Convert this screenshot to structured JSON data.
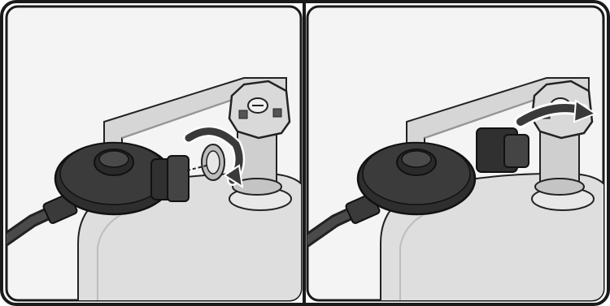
{
  "panels": [
    {
      "id": "left",
      "step": "attach-regulator",
      "arrow": "clockwise-rotation"
    },
    {
      "id": "right",
      "step": "open-valve",
      "arrow": "curved-arrow"
    }
  ],
  "colors": {
    "frame": "#1a1a1a",
    "background": "#f4f4f4",
    "tank": "#dcdcdc",
    "regulator": "#2e2e2e",
    "valve": "#cfcfcf",
    "arrow": "#3a3a3a"
  }
}
